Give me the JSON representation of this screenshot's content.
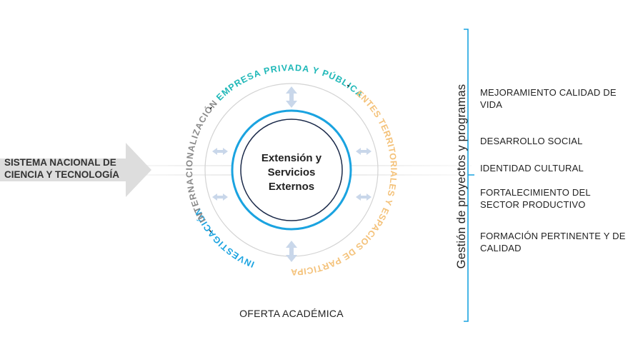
{
  "arrow": {
    "label_line1": "SISTEMA NACIONAL DE",
    "label_line2": "CIENCIA Y TECNOLOGÍA"
  },
  "center": {
    "line1": "Extensión y",
    "line2": "Servicios",
    "line3": "Externos"
  },
  "ring": {
    "top": "EMPRESA PRIVADA Y PÚBLICA",
    "right": "ENTES TERRITORIALES Y ESPACIOS DE PARTICIPACIÓN",
    "bottom": "INVESTIGACIÓN",
    "left": "INTERNACIONALIZACIÓN",
    "sep1": "-",
    "sep2": "-",
    "sep3": "-",
    "sep4": "-"
  },
  "bottom_label": "OFERTA ACADÉMICA",
  "side": {
    "title": "Gestión de proyectos y programas",
    "items": [
      {
        "line1": "MEJORAMIENTO CALIDAD DE",
        "line2": "VIDA"
      },
      {
        "line1": "DESARROLLO SOCIAL",
        "line2": ""
      },
      {
        "line1": "IDENTIDAD CULTURAL",
        "line2": ""
      },
      {
        "line1": "FORTALECIMIENTO DEL",
        "line2": "SECTOR PRODUCTIVO"
      },
      {
        "line1": "FORMACIÓN PERTINENTE Y DE",
        "line2": "CALIDAD"
      }
    ]
  },
  "colors": {
    "teal": "#1fb8b8",
    "blue": "#1aa3e0",
    "orange": "#f4c27a",
    "gray_text": "#8a8a8a",
    "navy": "#1b2a4a",
    "arrow_gray": "#dcdcdc",
    "small_arrow": "#c9d7ea"
  }
}
